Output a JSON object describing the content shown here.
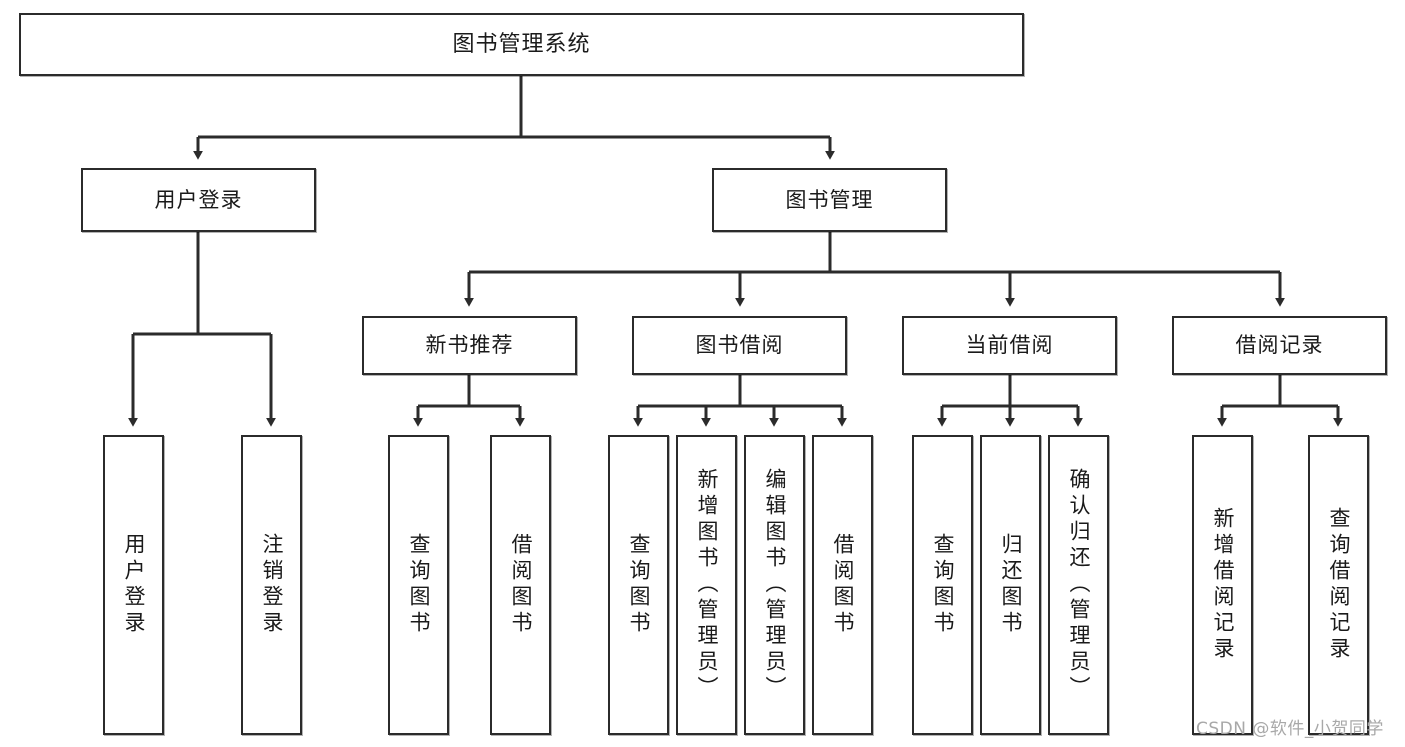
{
  "diagram": {
    "title": "图书管理系统",
    "type": "tree",
    "orientation": "top-down",
    "colors": {
      "node_border": "#2b2b2b",
      "node_fill": "#ffffff",
      "edge": "#2b2b2b",
      "text": "#1a1a1a",
      "watermark": "#a8a8a8"
    },
    "levels": {
      "root": "图书管理系统",
      "level2": [
        "用户登录",
        "图书管理"
      ],
      "level3": [
        "新书推荐",
        "图书借阅",
        "当前借阅",
        "借阅记录"
      ]
    },
    "nodes": {
      "root": {
        "label": "图书管理系统"
      },
      "user_login": {
        "label": "用户登录"
      },
      "book_manage": {
        "label": "图书管理"
      },
      "new_book_rec": {
        "label": "新书推荐"
      },
      "book_borrow": {
        "label": "图书借阅"
      },
      "current_borrow": {
        "label": "当前借阅"
      },
      "borrow_record": {
        "label": "借阅记录"
      },
      "leaf_user_login": {
        "label": "用户登录"
      },
      "leaf_user_logout": {
        "label": "注销登录"
      },
      "leaf_query_book_1": {
        "label": "查询图书"
      },
      "leaf_borrow_book_1": {
        "label": "借阅图书"
      },
      "leaf_query_book_2": {
        "label": "查询图书"
      },
      "leaf_add_book": {
        "label": "新增图书（管理员）"
      },
      "leaf_edit_book": {
        "label": "编辑图书（管理员）"
      },
      "leaf_borrow_book_2": {
        "label": "借阅图书"
      },
      "leaf_query_book_3": {
        "label": "查询图书"
      },
      "leaf_return_book": {
        "label": "归还图书"
      },
      "leaf_confirm_return": {
        "label": "确认归还（管理员）"
      },
      "leaf_add_record": {
        "label": "新增借阅记录"
      },
      "leaf_query_record": {
        "label": "查询借阅记录"
      }
    }
  },
  "watermark": {
    "text": "CSDN @软件_小贺同学"
  }
}
